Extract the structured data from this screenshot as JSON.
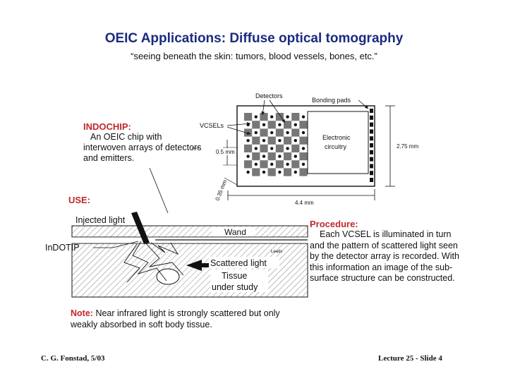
{
  "title": "OEIC Applications: Diffuse optical tomography",
  "subtitle": "“seeing beneath the skin: tumors, blood vessels, bones, etc.”",
  "indochip": {
    "heading": "INDOCHIP:",
    "text": "An OEIC chip with interwoven arrays of detectors and emitters."
  },
  "chip_labels": {
    "detectors": "Detectors",
    "bonding_pads": "Bonding pads",
    "vcsels": "VCSELs",
    "electronic_circuitry_1": "Electronic",
    "electronic_circuitry_2": "circuitry",
    "dim_05": "0.5 mm",
    "dim_035": "0.35 mm",
    "dim_44": "4.4 mm",
    "dim_275": "2.75 mm"
  },
  "use": {
    "heading": "USE:",
    "injected_light": "Injected light",
    "indotip": "InDOTIP",
    "wand": "Wand",
    "leads": "Leads",
    "scattered_light": "Scattered light",
    "tissue": "Tissue",
    "under_study": "under study"
  },
  "procedure": {
    "heading": "Procedure:",
    "text": "Each VCSEL is illuminated in turn and the pattern of scattered light seen by the detector array is recorded. With this information an image of the sub-surface structure can be constructed."
  },
  "note": {
    "heading": "Note:",
    "text": "Near infrared light is strongly scattered but only weakly absorbed in soft body tissue."
  },
  "footer": {
    "left": "C. G. Fonstad, 5/03",
    "right": "Lecture 25 - Slide 4"
  },
  "colors": {
    "title": "#1a2b80",
    "heading": "#c0282c"
  }
}
